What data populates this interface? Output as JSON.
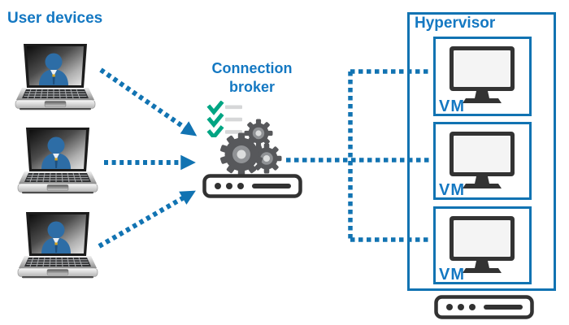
{
  "labels": {
    "user_devices": "User devices",
    "broker_line1": "Connection",
    "broker_line2": "broker",
    "hypervisor": "Hypervisor"
  },
  "vms": [
    {
      "label": "VM"
    },
    {
      "label": "VM"
    },
    {
      "label": "VM"
    }
  ],
  "icons": {
    "user_device": "laptop-user-icon",
    "broker": [
      "checklist-icon",
      "gears-icon",
      "server-icon"
    ],
    "vm": "monitor-icon",
    "host": "server-icon",
    "links": [
      "dotted-arrow",
      "dotted-line"
    ]
  },
  "colors": {
    "accent_blue": "#1173b2",
    "text_blue": "#1478c2",
    "dark": "#323232",
    "gear_gray": "#57585b",
    "gear_mid_gray": "#909295",
    "gear_hole_gray": "#dcdddd",
    "check_green": "#00a583",
    "bar_gray": "#d6d7d8",
    "person_blue": "#2d6da6"
  }
}
